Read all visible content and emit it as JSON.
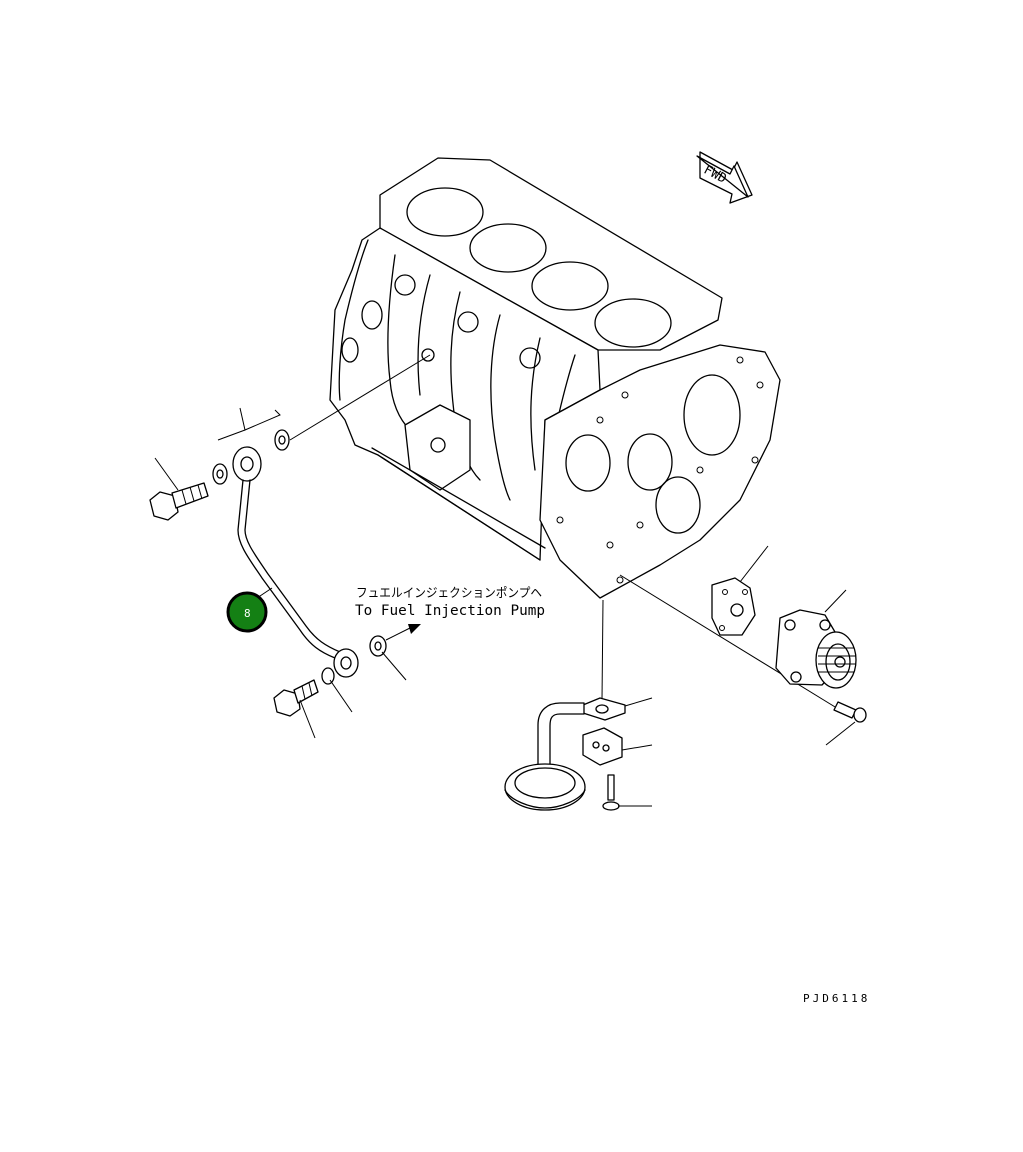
{
  "callouts": [
    {
      "id": "8",
      "fill": "#148014",
      "ring": "#000000"
    }
  ],
  "note": {
    "jp": "フュエルインジェクションポンプヘ",
    "en": "To Fuel Injection Pump"
  },
  "direction_label": "FWD",
  "drawing_code": "PJD6118",
  "icons": [
    "fwd-arrow-icon",
    "note-arrow-icon"
  ],
  "colors": {
    "line": "#000000",
    "background": "#ffffff",
    "callout_fill": "#148014"
  }
}
